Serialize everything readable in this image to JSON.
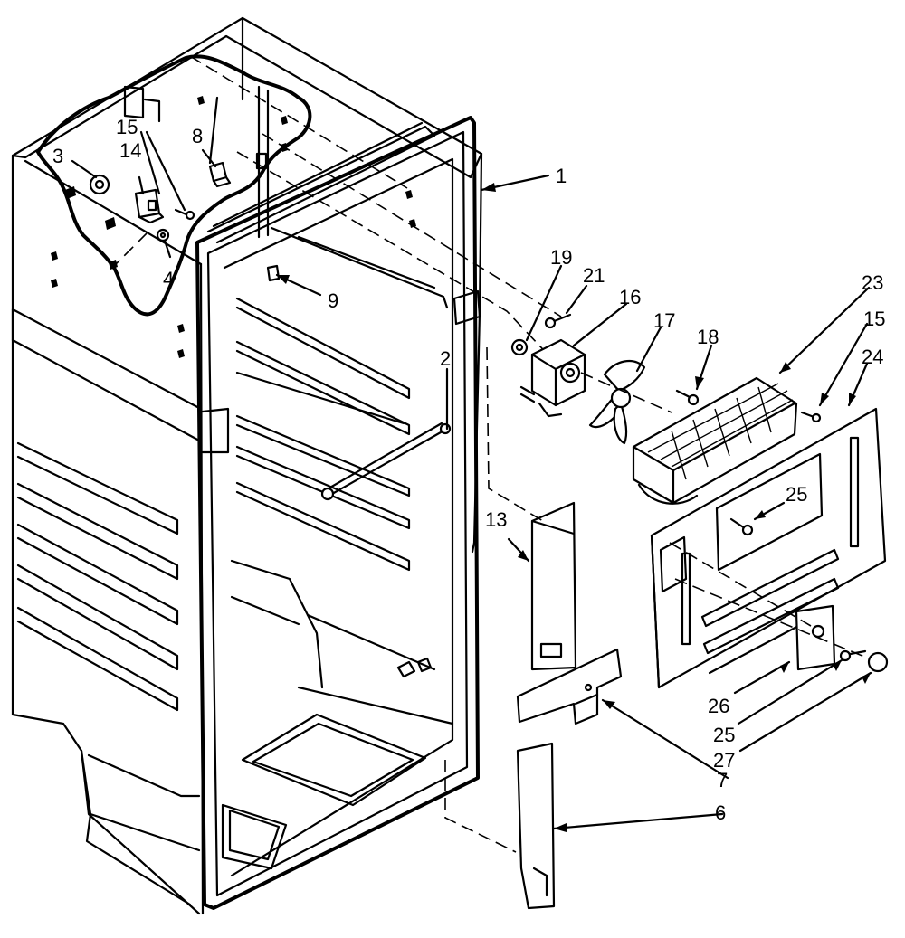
{
  "callouts": [
    {
      "id": "c1",
      "label": "1"
    },
    {
      "id": "c2",
      "label": "2"
    },
    {
      "id": "c3",
      "label": "3"
    },
    {
      "id": "c4",
      "label": "4"
    },
    {
      "id": "c6",
      "label": "6"
    },
    {
      "id": "c7",
      "label": "7"
    },
    {
      "id": "c8",
      "label": "8"
    },
    {
      "id": "c9",
      "label": "9"
    },
    {
      "id": "c13",
      "label": "13"
    },
    {
      "id": "c14",
      "label": "14"
    },
    {
      "id": "c15a",
      "label": "15"
    },
    {
      "id": "c15b",
      "label": "15"
    },
    {
      "id": "c16",
      "label": "16"
    },
    {
      "id": "c17",
      "label": "17"
    },
    {
      "id": "c18",
      "label": "18"
    },
    {
      "id": "c19",
      "label": "19"
    },
    {
      "id": "c21",
      "label": "21"
    },
    {
      "id": "c23",
      "label": "23"
    },
    {
      "id": "c24",
      "label": "24"
    },
    {
      "id": "c25a",
      "label": "25"
    },
    {
      "id": "c25b",
      "label": "25"
    },
    {
      "id": "c26",
      "label": "26"
    },
    {
      "id": "c27",
      "label": "27"
    }
  ]
}
